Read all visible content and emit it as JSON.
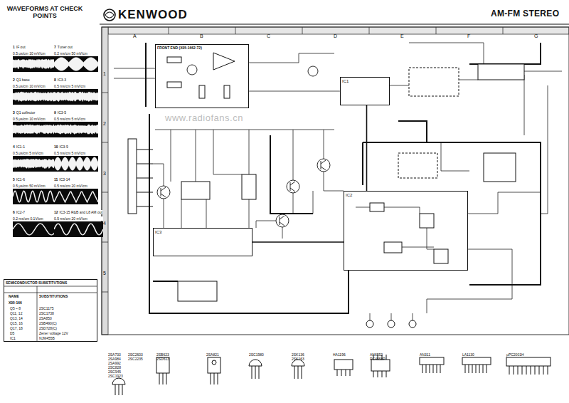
{
  "diagram": {
    "title": "AM-FM STEREO",
    "nodes": [
      {
        "text": [
          "1",
          "IF out",
          "0.5 μs/cm 10 mV/cm"
        ]
      },
      {
        "text": [
          "7",
          "Tuner out",
          "0.2 ms/cm 50 mV/cm"
        ]
      },
      {
        "text": [
          "2",
          "Q1 base",
          "0.5 μs/cm 10 mV/cm"
        ]
      },
      {
        "text": [
          "8",
          "IC3-3",
          "0.5 ms/cm 5 mV/cm"
        ]
      },
      {
        "text": [
          "3",
          "Q1 collector",
          "0.5 μs/cm 10 mV/cm"
        ]
      },
      {
        "text": [
          "9",
          "IC3-5",
          "0.5 ms/cm 5 mV/cm"
        ]
      },
      {
        "text": [
          "4",
          "IC1-1",
          "0.5 μs/cm 5 mV/cm"
        ]
      },
      {
        "text": [
          "10",
          "IC3-9",
          "0.5 ms/cm 5 mV/cm"
        ]
      },
      {
        "text": [
          "5",
          "IC1-6",
          "0.5 μs/cm 50 mV/cm"
        ]
      },
      {
        "text": [
          "11",
          "IC3-14",
          "0.5 ms/cm 20 mV/cm"
        ]
      },
      {
        "text": [
          "6",
          "IC2-7",
          "0.2 ms/cm 0.1V/cm"
        ]
      },
      {
        "text": [
          "12",
          "IC3-15 R&B and L8 AM out",
          "0.5 ms/cm 20 mV/cm"
        ]
      },
      {
        "text": [
          "SEMICONDUCTOR SUBSTITUTIONS"
        ]
      },
      {
        "text": [
          "FRONT END (X05-1662-72)"
        ]
      },
      {
        "text": [
          "IC1"
        ]
      },
      {
        "text": [
          "IC2"
        ]
      },
      {
        "text": [
          "IC3"
        ]
      }
    ],
    "edges": [
      {
        "from": 14,
        "to": 15,
        "arrow": "none"
      },
      {
        "from": 16,
        "to": 15,
        "arrow": "none"
      }
    ],
    "labels": [
      "KENWOOD",
      "WAVEFORMS AT CHECK POINTS",
      "A",
      "B",
      "C",
      "D",
      "E",
      "F",
      "G",
      "1",
      "2",
      "3",
      "4",
      "5",
      "www.radiofans.cn",
      "NAME",
      "SUBSTITUTIONS",
      "X05-166",
      "Q5 ~ 8",
      "2SC1175",
      "Q11, 12",
      "2SC1738",
      "Q13, 14",
      "2SA850",
      "Q15, 16",
      "2SB490(C)",
      "Q17, 18",
      "2SD728(C)",
      "D5",
      "Zener voltage 12V",
      "IC1",
      "NJM455B",
      "2SA733",
      "2SA984",
      "2SA992",
      "2SC828",
      "2SC945",
      "2SC1923",
      "2SC2603",
      "2SC2235",
      "2SB623",
      "2SD613",
      "2SA821",
      "2SC1980",
      "2SK136",
      "2SK163",
      "HA1196",
      "AN6552",
      "RC4558P",
      "AN311",
      "LA1130",
      "µPC2001H"
    ]
  }
}
